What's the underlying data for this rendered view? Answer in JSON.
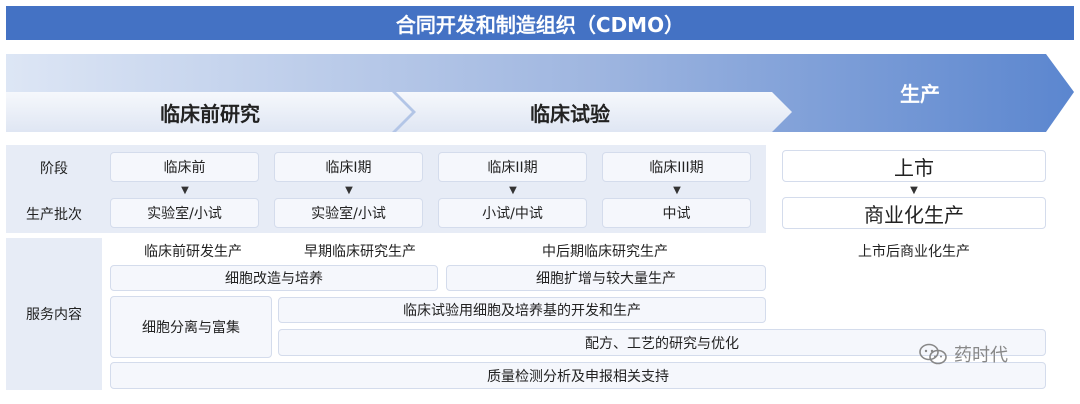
{
  "title": "合同开发和制造组织（CDMO）",
  "phases": {
    "preclinical": "临床前研究",
    "clinical": "临床试验",
    "production": "生产"
  },
  "row_labels": {
    "stage": "阶段",
    "batch": "生产批次",
    "services": "服务内容"
  },
  "stages": [
    "临床前",
    "临床I期",
    "临床II期",
    "临床III期"
  ],
  "batches": [
    "实验室/小试",
    "实验室/小试",
    "小试/中试",
    "中试"
  ],
  "production_steps": {
    "stage": "上市",
    "batch": "商业化生产"
  },
  "services": {
    "preclinical_production": "临床前研发生产",
    "early_clinical": "早期临床研究生产",
    "mid_late_clinical": "中后期临床研究生产",
    "post_market": "上市后商业化生产",
    "cell_engineering": "细胞改造与培养",
    "cell_expansion": "细胞扩增与较大量生产",
    "cell_separation": "细胞分离与富集",
    "cell_media_dev": "临床试验用细胞及培养基的开发和生产",
    "formulation": "配方、工艺的研究与优化",
    "qc_support": "质量检测分析及申报相关支持"
  },
  "watermark": "药时代",
  "colors": {
    "title_bg": "#4472c4",
    "arrow_dark": "#4f7bc8",
    "arrow_light": "#c9d6ee",
    "grid_bg": "#e7ecf6"
  }
}
